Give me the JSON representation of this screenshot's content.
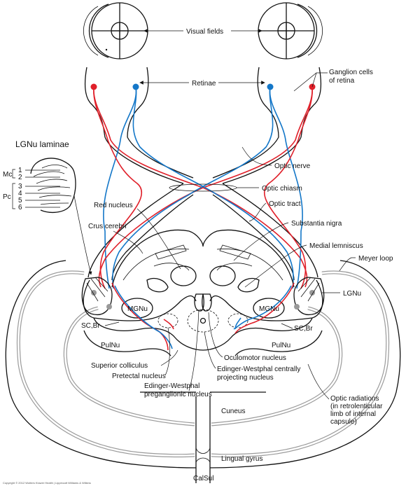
{
  "labels": {
    "visual_fields": "Visual fields",
    "retinae": "Retinae",
    "ganglion_cells": [
      "Ganglion cells",
      "of retina"
    ],
    "lgnu_laminae": "LGNu laminae",
    "mc": "Mc",
    "pc": "Pc",
    "laminae_numbers": [
      "1",
      "2",
      "3",
      "4",
      "5",
      "6"
    ],
    "optic_nerve": "Optic nerve",
    "optic_chiasm": "Optic chiasm",
    "optic_tract": "Optic tract",
    "red_nucleus": "Red nucleus",
    "substantia_nigra": "Substantia nigra",
    "crus_cerebri": "Crus cerebri",
    "medial_lemniscus": "Medial lemniscus",
    "meyer_loop": "Meyer loop",
    "lgnu": "LGNu",
    "mgnu_left": "MGNu",
    "mgnu_right": "MGNu",
    "sc_br_left": "SC,Br",
    "sc_br_right": "SC,Br",
    "pulnu_left": "PulNu",
    "pulnu_right": "PulNu",
    "superior_colliculus": "Superior colliculus",
    "oculomotor_nucleus": "Oculomotor nucleus",
    "pretectal_nucleus": "Pretectal nucleus",
    "ew_central": [
      "Edinger-Westphal centrally",
      "projecting nucleus"
    ],
    "ew_preganglionic": [
      "Edinger-Westphal",
      "preganglionic nucleus"
    ],
    "optic_radiations": [
      "Optic radiations",
      "(in retrolenticular",
      "limb of internal",
      "capsule)"
    ],
    "cuneus": "Cuneus",
    "lingual_gyrus": "Lingual gyrus",
    "calsul": "CalSul",
    "copyright": "Copyright © 2012 Wolters Kluwer Health | Lippincott Williams & Wilkins"
  },
  "colors": {
    "temporal_fibers": "#e0202a",
    "nasal_fibers": "#1477c8",
    "radiations": "#9a9a9a"
  }
}
